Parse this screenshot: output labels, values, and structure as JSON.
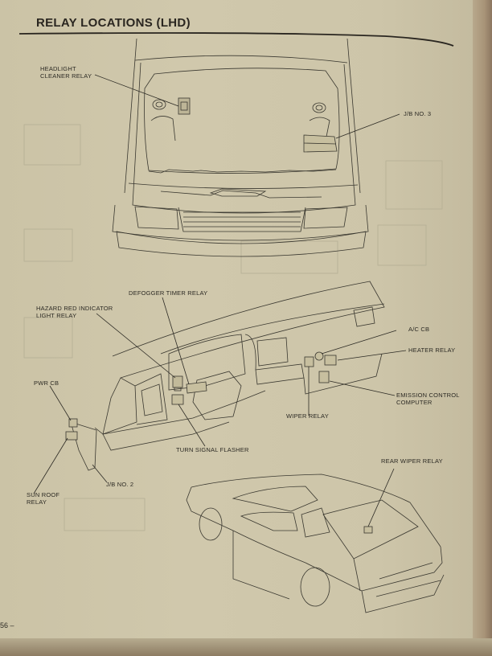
{
  "page": {
    "title": "RELAY LOCATIONS (LHD)",
    "page_number": "56 –"
  },
  "views": {
    "engine_compartment": {
      "labels": {
        "headlight_cleaner_relay": "HEADLIGHT\nCLEANER RELAY",
        "jb_no3": "J/B NO. 3"
      }
    },
    "instrument_panel": {
      "labels": {
        "defogger_timer_relay": "DEFOGGER TIMER RELAY",
        "hazard_red_indicator_light_relay": "HAZARD RED INDICATOR\nLIGHT RELAY",
        "ac_cb": "A/C CB",
        "heater_relay": "HEATER RELAY",
        "emission_control_computer": "EMISSION CONTROL\nCOMPUTER",
        "wiper_relay": "WIPER RELAY",
        "turn_signal_flasher": "TURN SIGNAL FLASHER",
        "pwr_cb": "PWR CB",
        "jb_no2": "J/B NO. 2",
        "sun_roof_relay": "SUN ROOF\nRELAY"
      }
    },
    "rear_body": {
      "labels": {
        "rear_wiper_relay": "REAR WIPER RELAY"
      }
    }
  }
}
